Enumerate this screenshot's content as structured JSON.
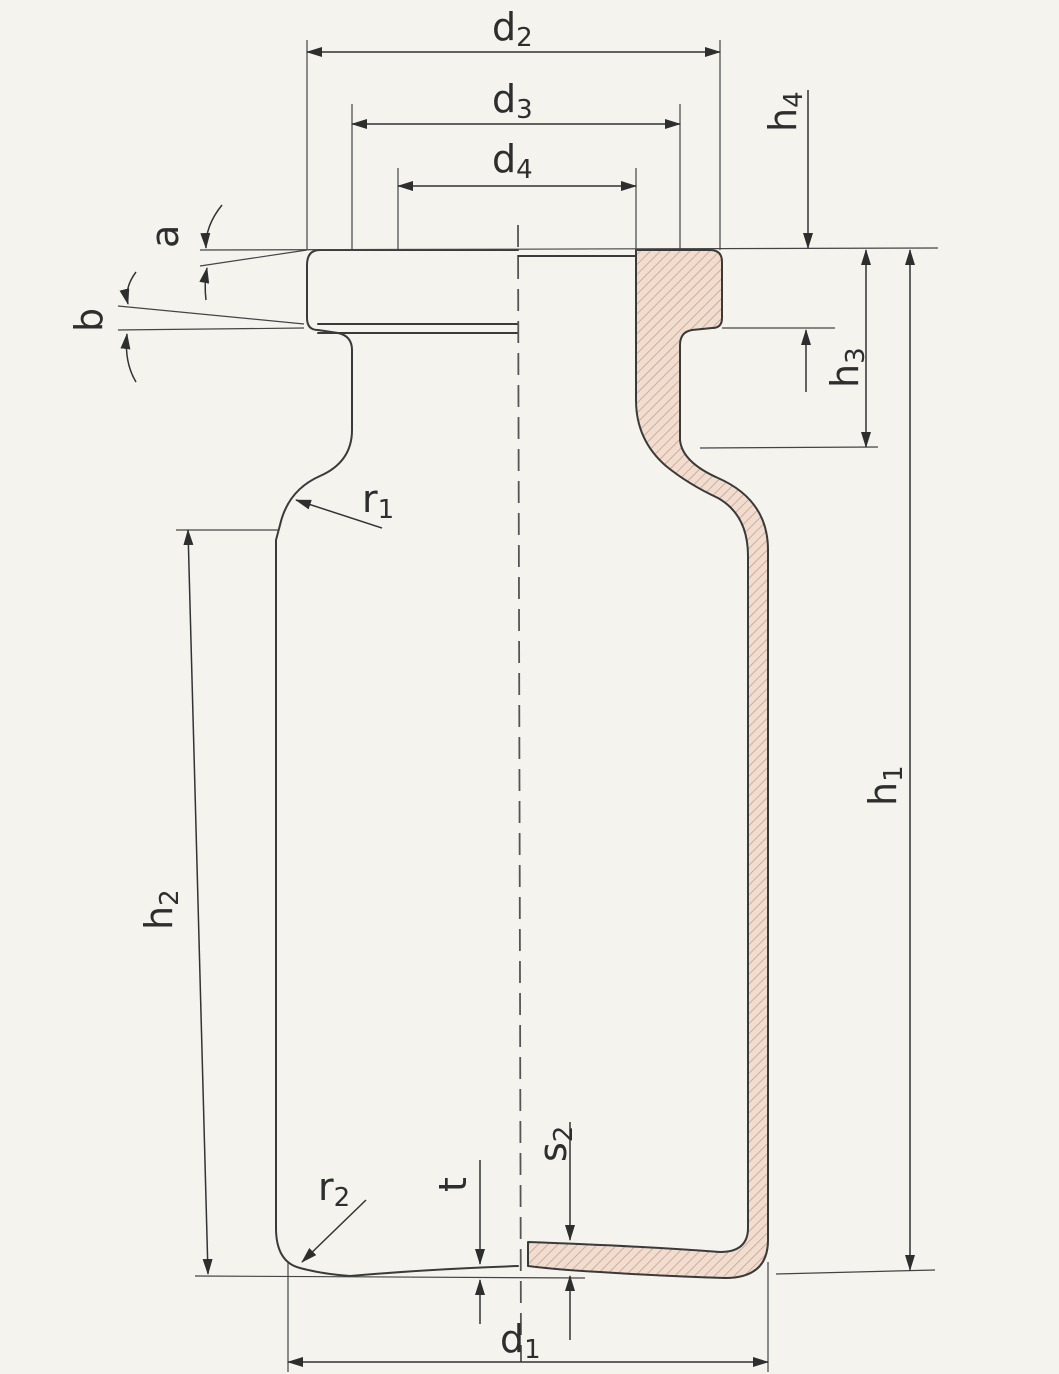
{
  "labels": {
    "d1": {
      "main": "d",
      "sub": "1"
    },
    "d2": {
      "main": "d",
      "sub": "2"
    },
    "d3": {
      "main": "d",
      "sub": "3"
    },
    "d4": {
      "main": "d",
      "sub": "4"
    },
    "h1": {
      "main": "h",
      "sub": "1"
    },
    "h2": {
      "main": "h",
      "sub": "2"
    },
    "h3": {
      "main": "h",
      "sub": "3"
    },
    "h4": {
      "main": "h",
      "sub": "4"
    },
    "r1": {
      "main": "r",
      "sub": "1"
    },
    "r2": {
      "main": "r",
      "sub": "2"
    },
    "s2": {
      "main": "s",
      "sub": "2"
    },
    "a": "a",
    "b": "b",
    "t": "t"
  },
  "colors": {
    "line": "#3a3a3a",
    "hatch_fill": "#f1ddd0",
    "hatch_line": "#c9a089",
    "paper": "#f4f3ee"
  }
}
